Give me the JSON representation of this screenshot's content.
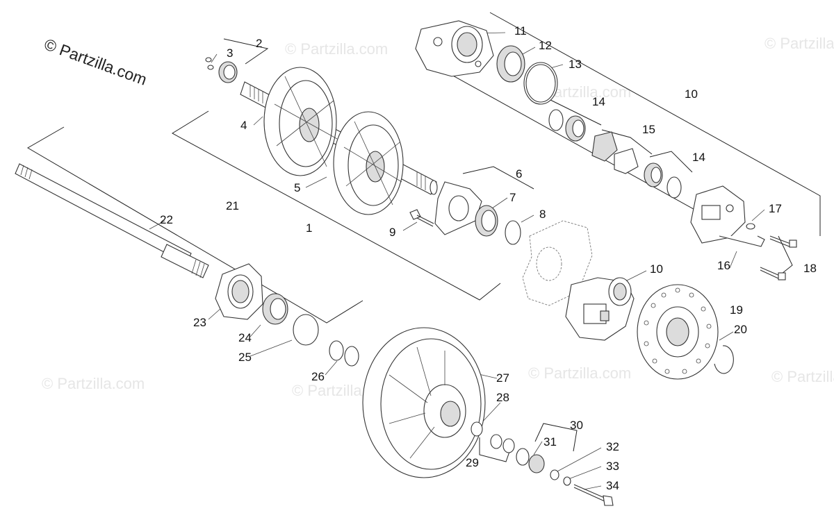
{
  "copyright": "© Partzilla.com",
  "watermark": "© Partzilla.com",
  "callouts": [
    "1",
    "2",
    "3",
    "4",
    "5",
    "6",
    "7",
    "8",
    "9",
    "10",
    "10",
    "11",
    "12",
    "13",
    "14",
    "14",
    "15",
    "16",
    "17",
    "18",
    "19",
    "20",
    "21",
    "22",
    "23",
    "24",
    "25",
    "26",
    "27",
    "28",
    "29",
    "30",
    "31",
    "32",
    "33",
    "34"
  ]
}
